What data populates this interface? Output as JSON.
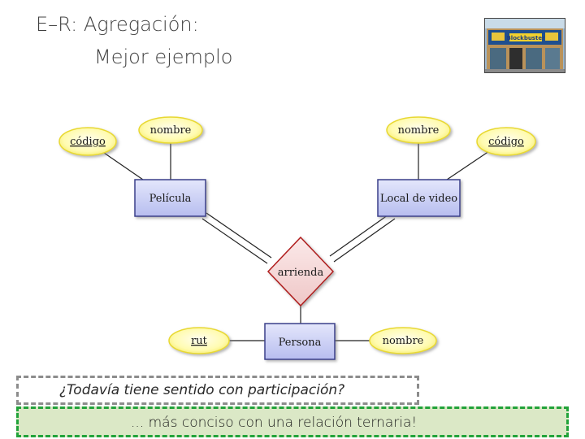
{
  "slide": {
    "title_line1": "E–R: Agregación:",
    "title_line2": "Mejor ejemplo"
  },
  "storefront": {
    "sign_text": "Blockbuster"
  },
  "diagram": {
    "entities": {
      "pelicula": "Película",
      "local": "Local de video",
      "persona": "Persona"
    },
    "relationship": "arrienda",
    "attributes": {
      "pelicula_codigo": "código",
      "pelicula_nombre": "nombre",
      "local_nombre": "nombre",
      "local_codigo": "código",
      "persona_rut": "rut",
      "persona_nombre": "nombre"
    },
    "colors": {
      "entity_fill": "#c8cdf2",
      "entity_border": "#3a3f8a",
      "relationship_fill": "#f4d6d6",
      "relationship_border": "#b01e1e",
      "attribute_fill": "#fffcb8",
      "attribute_border": "#e8d830"
    }
  },
  "question": {
    "text": "¿Todavía tiene sentido con participación?"
  },
  "answer": {
    "text": "... más conciso con una relación ternaria!"
  }
}
